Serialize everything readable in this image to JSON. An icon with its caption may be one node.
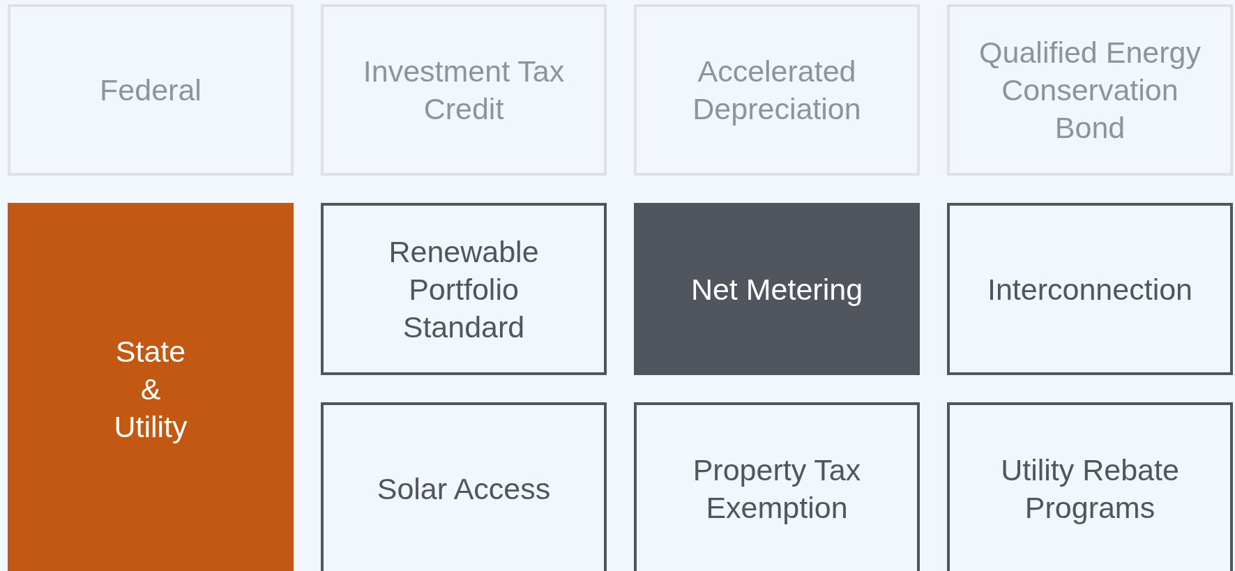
{
  "diagram": {
    "nodes": [
      {
        "text": [
          "Federal"
        ]
      },
      {
        "text": [
          "Investment Tax Credit"
        ]
      },
      {
        "text": [
          "Accelerated Depreciation"
        ]
      },
      {
        "text": [
          "Qualified Energy Conservation Bond"
        ]
      },
      {
        "text": [
          "State & Utility"
        ]
      },
      {
        "text": [
          "Renewable Portfolio Standard"
        ]
      },
      {
        "text": [
          "Net Metering"
        ]
      },
      {
        "text": [
          "Interconnection"
        ]
      },
      {
        "text": [
          "Solar Access"
        ]
      },
      {
        "text": [
          "Property Tax Exemption"
        ]
      },
      {
        "text": [
          "Utility Rebate Programs"
        ]
      }
    ]
  }
}
